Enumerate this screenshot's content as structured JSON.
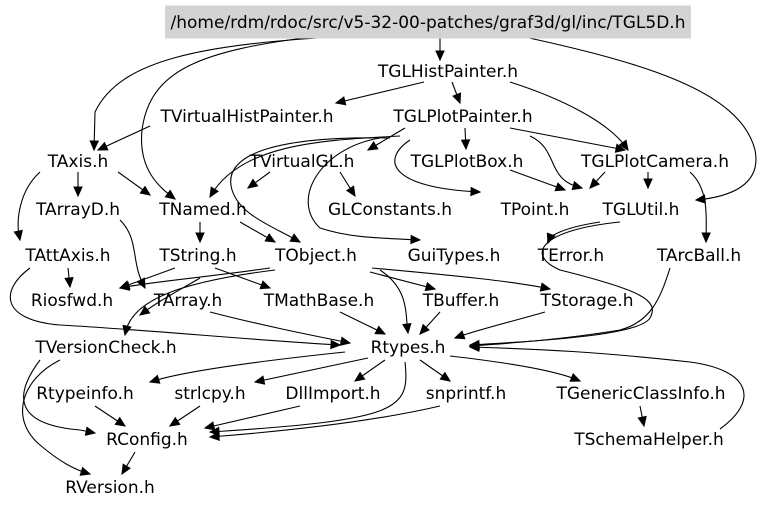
{
  "root": {
    "id": "TGL5D",
    "label": "/home/rdm/rdoc/src/v5-32-00-patches/graf3d/gl/inc/TGL5D.h"
  },
  "nodes": [
    {
      "id": "TGLHistPainter",
      "label": "TGLHistPainter.h"
    },
    {
      "id": "TVirtualHistPainter",
      "label": "TVirtualHistPainter.h"
    },
    {
      "id": "TGLPlotPainter",
      "label": "TGLPlotPainter.h"
    },
    {
      "id": "TAxis",
      "label": "TAxis.h"
    },
    {
      "id": "TVirtualGL",
      "label": "TVirtualGL.h"
    },
    {
      "id": "TGLPlotBox",
      "label": "TGLPlotBox.h"
    },
    {
      "id": "TGLPlotCamera",
      "label": "TGLPlotCamera.h"
    },
    {
      "id": "TArrayD",
      "label": "TArrayD.h"
    },
    {
      "id": "TNamed",
      "label": "TNamed.h"
    },
    {
      "id": "GLConstants",
      "label": "GLConstants.h"
    },
    {
      "id": "TPoint",
      "label": "TPoint.h"
    },
    {
      "id": "TGLUtil",
      "label": "TGLUtil.h"
    },
    {
      "id": "TAttAxis",
      "label": "TAttAxis.h"
    },
    {
      "id": "TString",
      "label": "TString.h"
    },
    {
      "id": "TObject",
      "label": "TObject.h"
    },
    {
      "id": "GuiTypes",
      "label": "GuiTypes.h"
    },
    {
      "id": "TError",
      "label": "TError.h"
    },
    {
      "id": "TArcBall",
      "label": "TArcBall.h"
    },
    {
      "id": "Riosfwd",
      "label": "Riosfwd.h"
    },
    {
      "id": "TArray",
      "label": "TArray.h"
    },
    {
      "id": "TMathBase",
      "label": "TMathBase.h"
    },
    {
      "id": "TBuffer",
      "label": "TBuffer.h"
    },
    {
      "id": "TStorage",
      "label": "TStorage.h"
    },
    {
      "id": "TVersionCheck",
      "label": "TVersionCheck.h"
    },
    {
      "id": "Rtypes",
      "label": "Rtypes.h"
    },
    {
      "id": "Rtypeinfo",
      "label": "Rtypeinfo.h"
    },
    {
      "id": "strlcpy",
      "label": "strlcpy.h"
    },
    {
      "id": "DllImport",
      "label": "DllImport.h"
    },
    {
      "id": "snprintf",
      "label": "snprintf.h"
    },
    {
      "id": "TGenericClassInfo",
      "label": "TGenericClassInfo.h"
    },
    {
      "id": "RConfig",
      "label": "RConfig.h"
    },
    {
      "id": "TSchemaHelper",
      "label": "TSchemaHelper.h"
    },
    {
      "id": "RVersion",
      "label": "RVersion.h"
    }
  ],
  "colors": {
    "root_fill": "#d3d3d3",
    "line": "#000000",
    "background": "#ffffff"
  }
}
